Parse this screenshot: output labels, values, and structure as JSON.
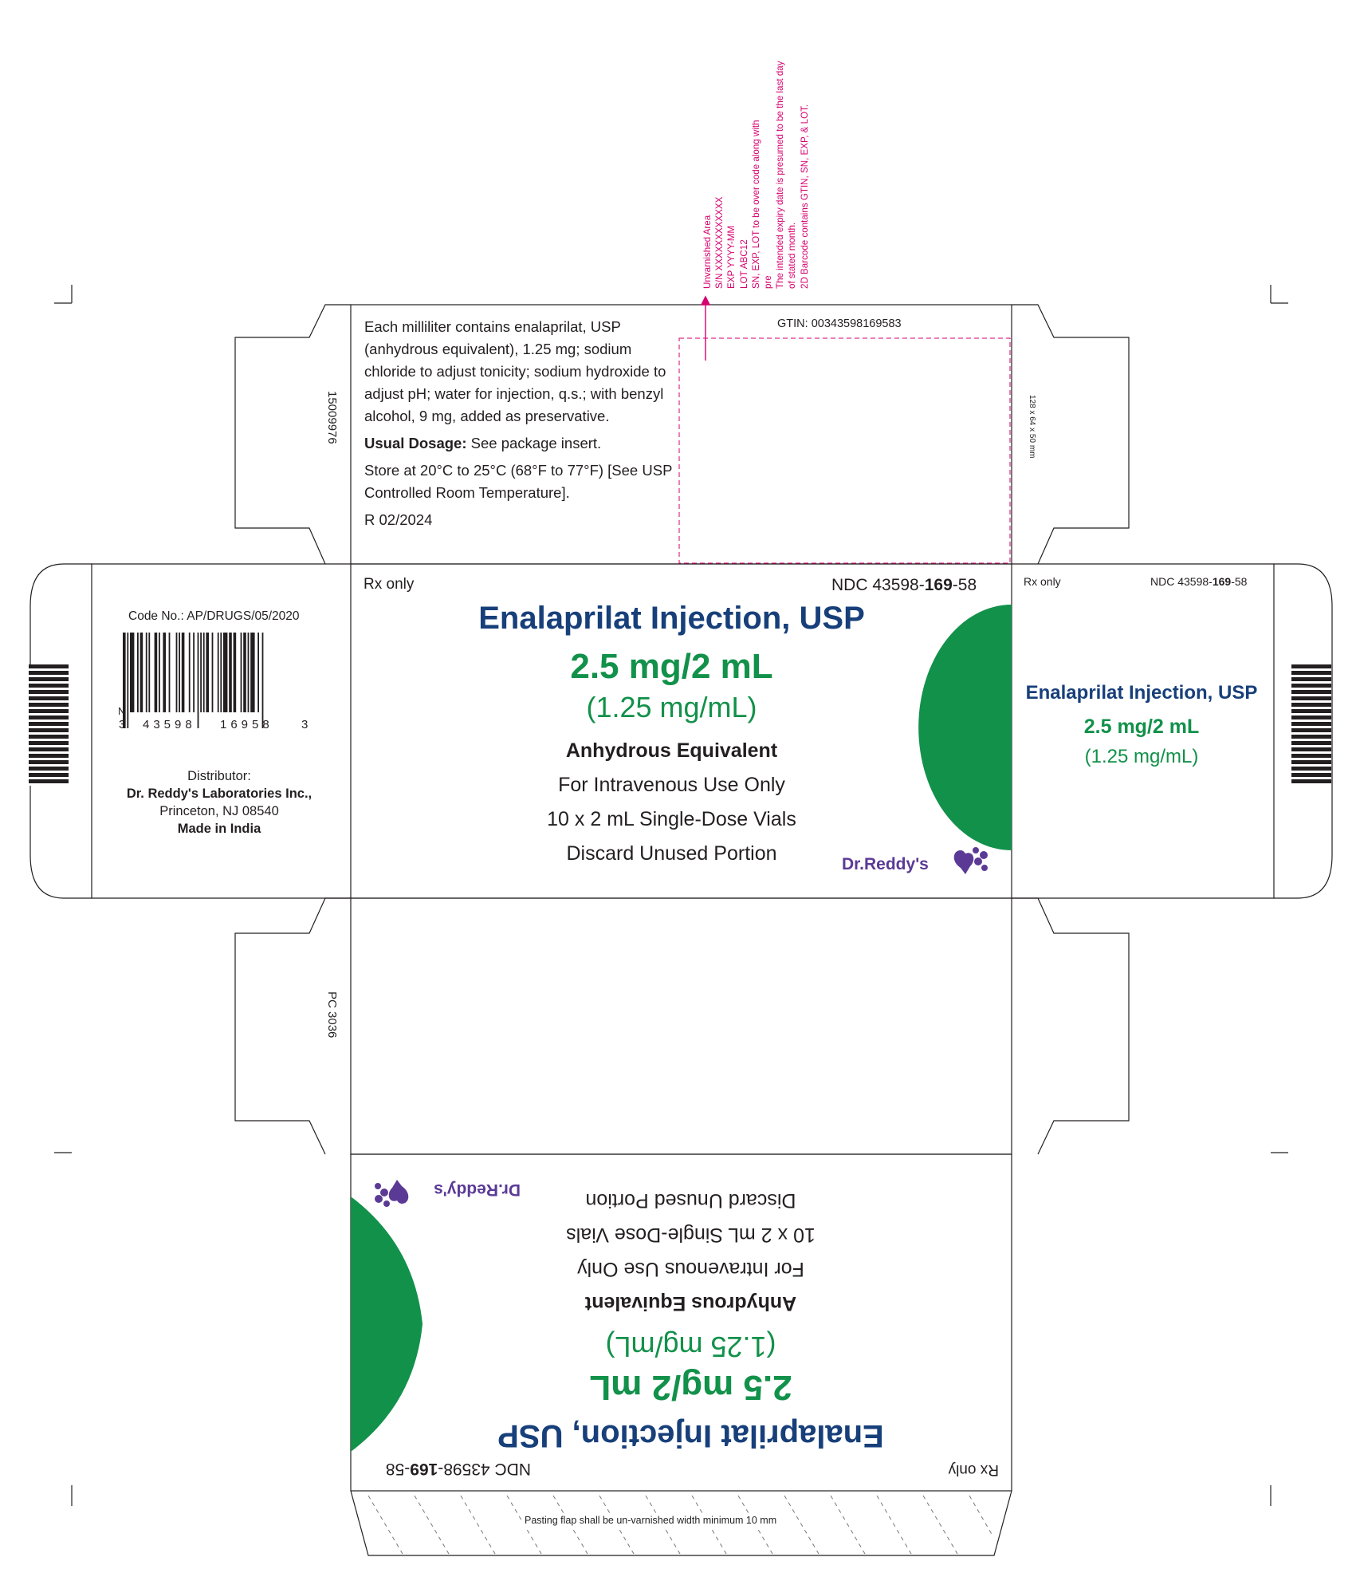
{
  "top_panel": {
    "ingredients": "Each milliliter contains enalaprilat, USP (anhydrous equivalent), 1.25 mg; sodium chloride to adjust tonicity; sodium hydroxide to adjust pH; water for injection, q.s.; with benzyl alcohol, 9 mg, added as preservative.",
    "usual_dosage_label": "Usual Dosage:",
    "usual_dosage_text": " See package insert.",
    "storage": "Store at 20°C to 25°C (68°F to 77°F) [See USP  Controlled Room Temperature].",
    "revision": "R 02/2024",
    "gtin": "GTIN: 00343598169583",
    "side_code": "15009976",
    "dimensions": "128 x 64 x 50 mm"
  },
  "unvarnished_notes": [
    "Unvarnished Area",
    "S/N XXXXXXXXXXXX",
    "EXP YYYY-MM",
    "LOT ABC12",
    "SN, EXP, LOT to be over code along with",
    "pre",
    "The intended expiry date is presumed to be the last day",
    "of stated month.",
    "2D Barcode contains GTIN, SN, EXP, & LOT."
  ],
  "left_panel": {
    "code_no": "Code No.: AP/DRUGS/05/2020",
    "barcode_digits": {
      "lead": "N",
      "first": "3",
      "group1": "43598",
      "group2": "16958",
      "last": "3"
    },
    "distributor_label": "Distributor:",
    "distributor_name": "Dr. Reddy's Laboratories Inc.,",
    "distributor_city": "Princeton, NJ 08540",
    "origin": "Made in India"
  },
  "front_panel": {
    "rx": "Rx only",
    "ndc_prefix": "NDC 43598-",
    "ndc_product": "169",
    "ndc_suffix": "-58",
    "product_name": "Enalaprilat Injection, USP",
    "strength": "2.5 mg/2 mL",
    "concentration": "(1.25 mg/mL)",
    "equivalent": "Anhydrous Equivalent",
    "route": "For Intravenous Use Only",
    "pack": "10 x 2 mL Single-Dose Vials",
    "discard": "Discard Unused Portion",
    "brand": "Dr.Reddy's"
  },
  "side_panel": {
    "rx": "Rx only",
    "ndc_prefix": "NDC 43598-",
    "ndc_product": "169",
    "ndc_suffix": "-58",
    "product_name": "Enalaprilat Injection, USP",
    "strength": "2.5 mg/2 mL",
    "concentration": "(1.25 mg/mL)"
  },
  "bottom_flap": {
    "code": "PC 3036"
  },
  "back_panel": {
    "rx": "Rx only",
    "ndc_prefix": "NDC 43598-",
    "ndc_product": "169",
    "ndc_suffix": "-58",
    "product_name": "Enalaprilat Injection, USP",
    "strength": "2.5 mg/2 mL",
    "concentration": "(1.25 mg/mL)",
    "equivalent": "Anhydrous Equivalent",
    "route": "For Intravenous Use Only",
    "pack": "10 x 2 mL Single-Dose Vials",
    "discard": "Discard Unused Portion",
    "brand": "Dr.Reddy's"
  },
  "pasting_flap": "Pasting flap shall be un-varnished width minimum 10 mm",
  "colors": {
    "navy": "#173f7a",
    "green": "#12914a",
    "purple": "#5b3a96",
    "magenta": "#d6006e"
  }
}
